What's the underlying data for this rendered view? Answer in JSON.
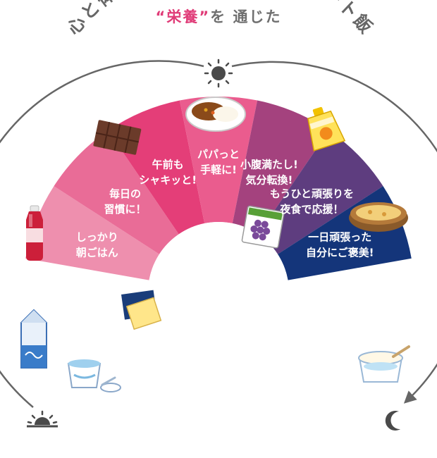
{
  "title": {
    "quote_open": "“",
    "keyword": "栄養",
    "quote_close": "”",
    "rest": "を 通じた",
    "arc_text": "心と体のいつでもどこでもサポート飯"
  },
  "segments": [
    {
      "id": "breakfast",
      "lines": [
        "しっかり",
        "朝ごはん"
      ],
      "color": "#ee8fae",
      "icon": "milk-and-yogurt-icon"
    },
    {
      "id": "habit",
      "lines": [
        "毎日の",
        "習慣に！"
      ],
      "color": "#e96c97",
      "icon": "drink-bottle-icon"
    },
    {
      "id": "snack",
      "lines": [
        "午前も",
        "シャキッと!"
      ],
      "color": "#e43e78",
      "icon": "chocolate-icon"
    },
    {
      "id": "lunch",
      "lines": [
        "パパっと",
        "手軽に!"
      ],
      "color": "#ea5c8e",
      "icon": "curry-rice-icon"
    },
    {
      "id": "afternoon",
      "lines": [
        "小腹満たし!",
        "気分転換!"
      ],
      "color": "#a4427e",
      "icon": "jelly-pouch-icon"
    },
    {
      "id": "dinner",
      "lines": [
        "もうひと頑張りを",
        "夜食で応援！"
      ],
      "color": "#5e3d7f",
      "icon": "gratin-icon"
    },
    {
      "id": "reward",
      "lines": [
        "一日頑張った",
        "自分にご褒美!"
      ],
      "color": "#14357a",
      "icon": "ice-cream-icon"
    }
  ],
  "icons": {
    "morning": "sunrise-icon",
    "noon": "sun-icon",
    "night": "moon-icon"
  },
  "colors": {
    "accent": "#e03c78",
    "text_gray": "#6f6f6f",
    "arc_gray": "#666666"
  }
}
